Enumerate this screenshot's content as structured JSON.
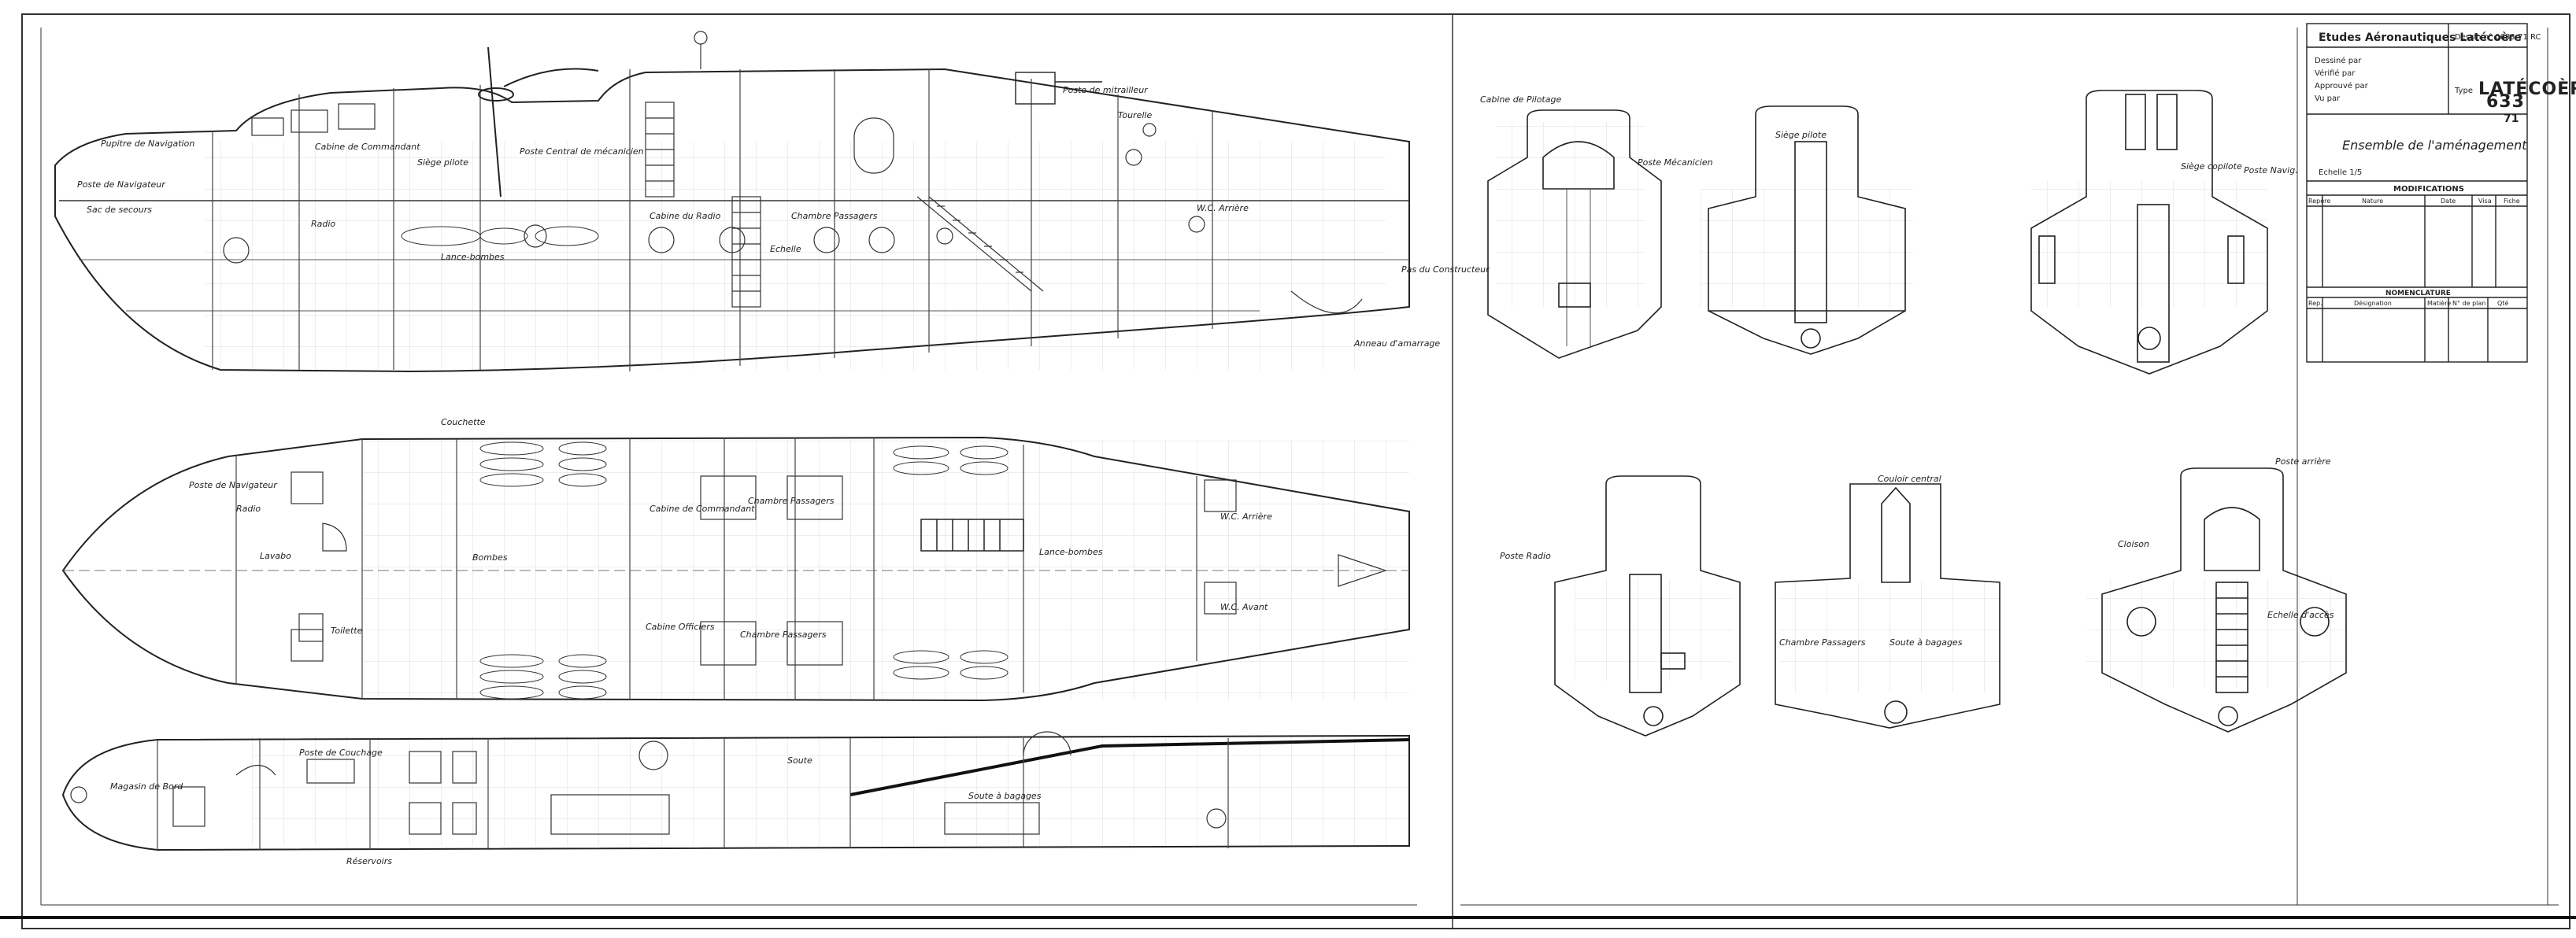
{
  "title_block": {
    "company": "Etudes Aéronautiques Latécoère",
    "drawing_no": "Dessin n° 0683-71 RC",
    "type_label": "Type",
    "type": "LATÉCOÈRE",
    "model": "633",
    "sheet": "71",
    "drawing_title": "Ensemble de l'aménagement",
    "scale": "Echelle 1/5",
    "modifications": "MODIFICATIONS",
    "mod_columns": [
      "Repère",
      "Nature",
      "Date",
      "Visa",
      "Fiche"
    ],
    "nomenclature": "NOMENCLATURE",
    "nom_columns": [
      "Rep.",
      "Désignation",
      "Matière",
      "N° de plan",
      "Qté"
    ],
    "left_labels": [
      "Dessiné par",
      "Vérifié par",
      "Approuvé par",
      "Vu par"
    ]
  },
  "labels": {
    "side_view": [
      "Pupitre de Navigation",
      "Poste de Navigateur",
      "Sac de secours",
      "Radio",
      "Cabine de Commandant",
      "Poste Central de mécanicien",
      "Cabine du Radio",
      "Chambre Passagers",
      "Siège pilote",
      "W.C. Arrière",
      "Poste de mitrailleur",
      "Tourelle",
      "Pas du Constructeur",
      "Anneau d'amarrage",
      "Echelle",
      "Lance-bombes"
    ],
    "plan_view": [
      "Poste de Navigateur",
      "Radio",
      "Lavabo",
      "Toilette",
      "Cabine de Commandant",
      "Chambre Passagers",
      "Cabine Officiers",
      "Chambre Passagers",
      "Lance-bombes",
      "W.C. Arrière",
      "W.C. Avant",
      "Bombes",
      "Couchette"
    ],
    "lower_deck": [
      "Magasin de Bord",
      "Soute",
      "Poste de Couchage",
      "Soute à bagages",
      "Réservoirs"
    ],
    "sections": [
      "Cabine de Pilotage",
      "Poste Mécanicien",
      "Siège pilote",
      "Siège copilote",
      "Poste Navig.",
      "Poste Radio",
      "Chambre Passagers",
      "Couloir central",
      "Soute à bagages",
      "Cloison",
      "Echelle d'accès",
      "Poste arrière"
    ]
  }
}
